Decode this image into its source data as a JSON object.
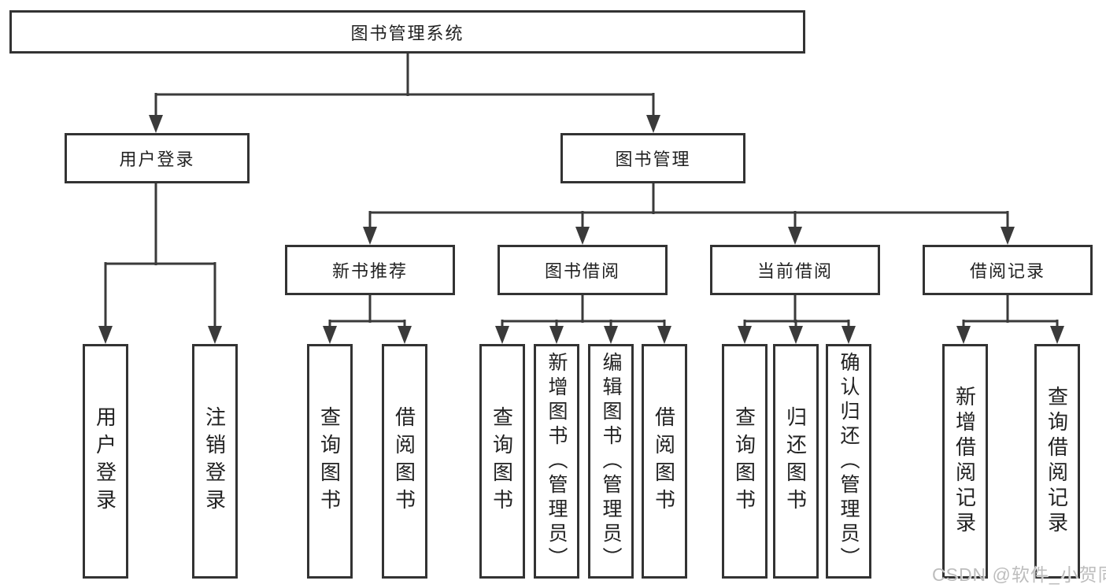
{
  "nodes": {
    "root": "图书管理系统",
    "user_login": "用户登录",
    "book_mgmt": "图书管理",
    "new_book_rec": "新书推荐",
    "book_borrow": "图书借阅",
    "current_borrow": "当前借阅",
    "borrow_records": "借阅记录",
    "ul_user_login": "用户登录",
    "ul_logout": "注销登录",
    "nb_query_books": "查询图书",
    "nb_borrow_books": "借阅图书",
    "bb_query_books": "查询图书",
    "bb_add_books": "新增图书（管理员）",
    "bb_edit_books": "编辑图书（管理员）",
    "bb_borrow_books": "借阅图书",
    "cb_query_books": "查询图书",
    "cb_return_books": "归还图书",
    "cb_confirm_return": "确认归还（管理员）",
    "br_add_record": "新增借阅记录",
    "br_query_record": "查询借阅记录"
  },
  "hierarchy": {
    "图书管理系统": {
      "用户登录": [
        "用户登录",
        "注销登录"
      ],
      "图书管理": {
        "新书推荐": [
          "查询图书",
          "借阅图书"
        ],
        "图书借阅": [
          "查询图书",
          "新增图书（管理员）",
          "编辑图书（管理员）",
          "借阅图书"
        ],
        "当前借阅": [
          "查询图书",
          "归还图书",
          "确认归还（管理员）"
        ],
        "借阅记录": [
          "新增借阅记录",
          "查询借阅记录"
        ]
      }
    }
  },
  "watermark": "CSDN @软件_小贺同学",
  "colors": {
    "line": "#3a3a3a",
    "box_border": "#333333",
    "text": "#222222",
    "watermark": "#bdbdbd",
    "background": "#ffffff"
  }
}
